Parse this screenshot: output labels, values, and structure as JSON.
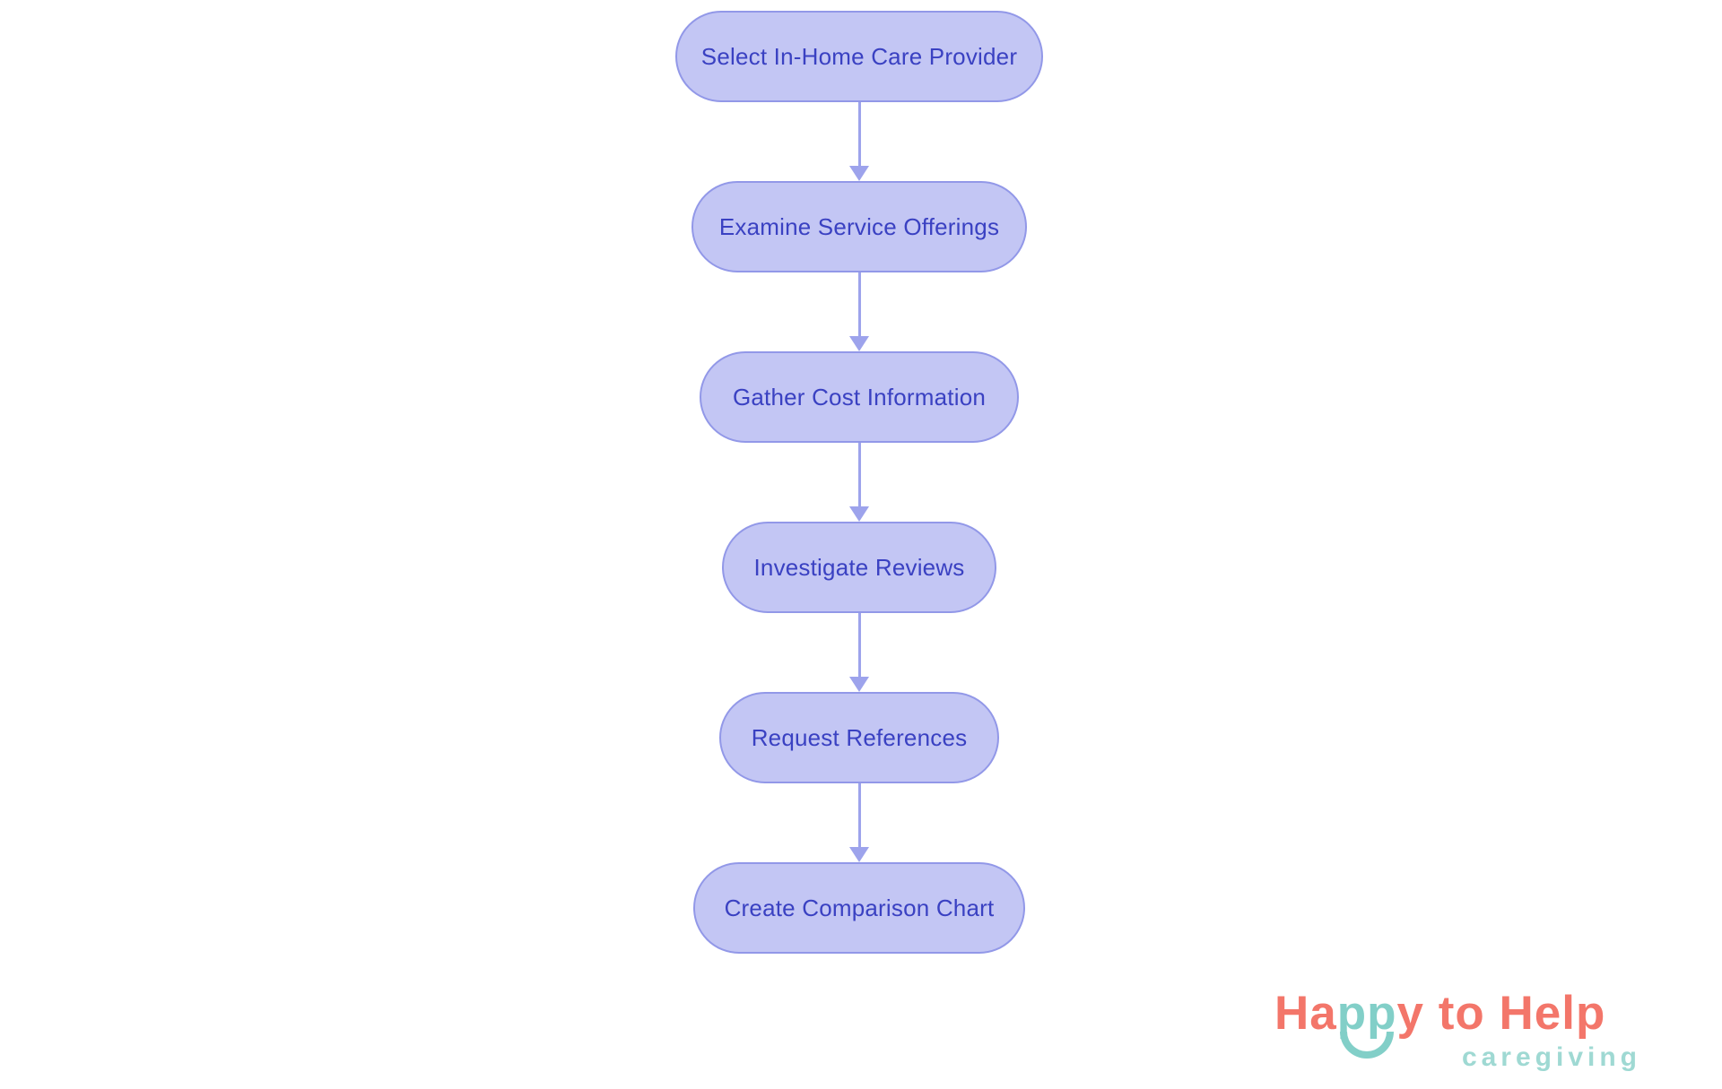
{
  "flowchart": {
    "nodes": [
      {
        "label": "Select In-Home Care Provider"
      },
      {
        "label": "Examine Service Offerings"
      },
      {
        "label": "Gather Cost Information"
      },
      {
        "label": "Investigate Reviews"
      },
      {
        "label": "Request References"
      },
      {
        "label": "Create Comparison Chart"
      }
    ],
    "edges": [
      {
        "from": 0,
        "to": 1
      },
      {
        "from": 1,
        "to": 2
      },
      {
        "from": 2,
        "to": 3
      },
      {
        "from": 3,
        "to": 4
      },
      {
        "from": 4,
        "to": 5
      }
    ]
  },
  "logo": {
    "happy_ha": "Ha",
    "happy_pp": "pp",
    "happy_y": "y",
    "rest": " to Help",
    "tagline": "caregiving"
  },
  "colors": {
    "node_fill": "#c3c6f4",
    "node_border": "#9298e8",
    "node_text": "#3a41c2",
    "arrow": "#9da3ec",
    "coral": "#f3766a",
    "teal": "#82cfc8",
    "tagline": "#9fd9d3",
    "background": "#ffffff"
  }
}
